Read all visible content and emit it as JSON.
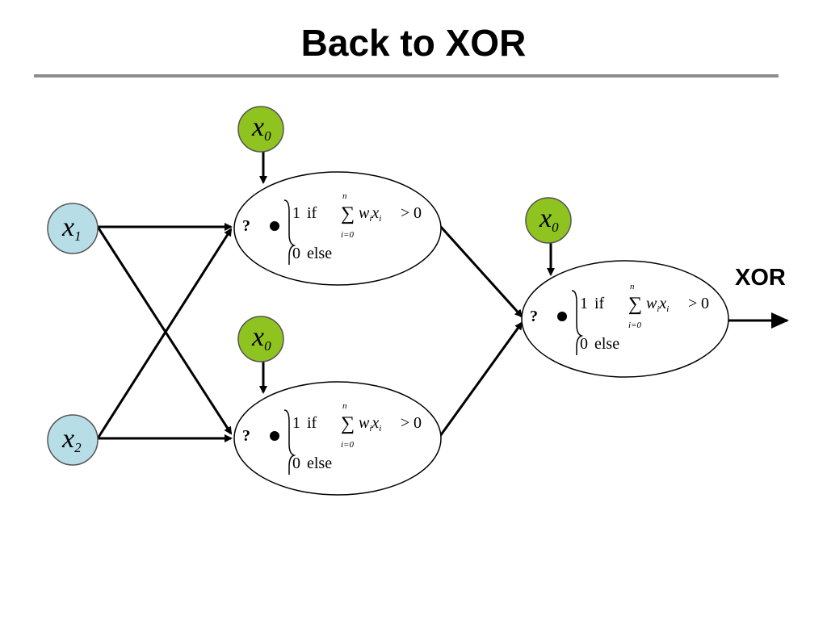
{
  "slide": {
    "title": "Back to XOR"
  },
  "colors": {
    "bias_fill": "#8fc31f",
    "input_fill": "#b7dde6",
    "rule": "#8c8c8c"
  },
  "diagram": {
    "output_label": "XOR",
    "bias_nodes": [
      {
        "var": "x",
        "sub": "0"
      },
      {
        "var": "x",
        "sub": "0"
      },
      {
        "var": "x",
        "sub": "0"
      }
    ],
    "input_nodes": [
      {
        "var": "x",
        "sub": "1"
      },
      {
        "var": "x",
        "sub": "2"
      }
    ],
    "unit_formula": {
      "rhs_sym": "?",
      "case1_val": "1",
      "case1_word": "if",
      "sum_upper": "n",
      "sum_lower": "i=0",
      "w": "w",
      "x": "x",
      "idx": "i",
      "cmp": ">",
      "zero": "0",
      "case2_val": "0",
      "case2_word": "else"
    }
  }
}
